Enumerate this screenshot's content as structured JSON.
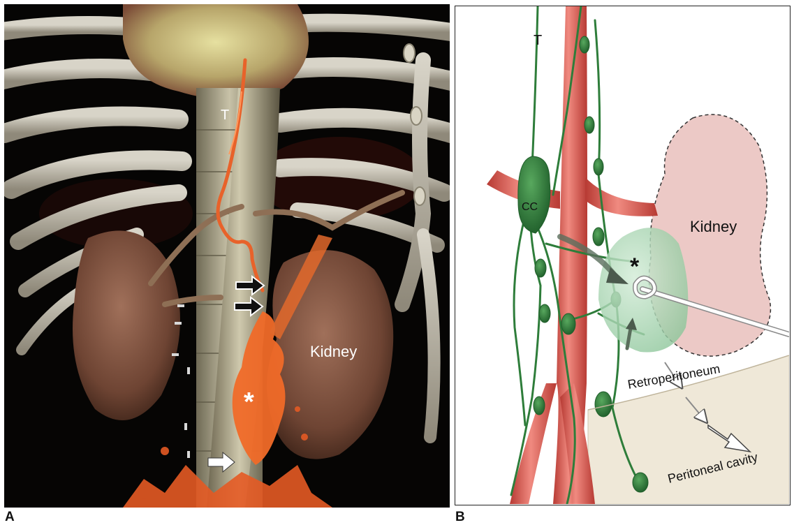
{
  "panels": [
    {
      "letter": "A",
      "labels": {
        "thoracic_duct": "T",
        "kidney": "Kidney",
        "asterisk": "*"
      }
    },
    {
      "letter": "B",
      "labels": {
        "thoracic_duct": "T",
        "cisterna_chyli": "CC",
        "kidney": "Kidney",
        "asterisk": "*",
        "retroperitoneum": "Retroperitoneum",
        "peritoneal_cavity": "Peritoneal cavity"
      }
    }
  ],
  "colors": {
    "lymph_green": "#2e7d3a",
    "artery_red": "#d9534a",
    "kidney_pink": "#ecc9c6",
    "peritoneum_beige": "#efe8d8",
    "lymphocele_mint": "#b8dcc0",
    "contrast_orange": "#e8622a"
  },
  "icons": [
    "black-arrow-icon",
    "white-arrow-icon",
    "needle-catheter-icon"
  ]
}
